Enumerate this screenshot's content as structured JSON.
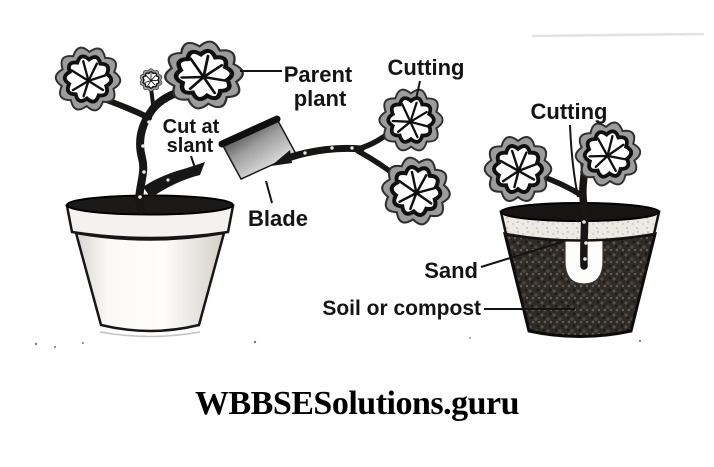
{
  "watermark": {
    "text": "WBBSESolutions.guru"
  },
  "labels": {
    "parent_plant": {
      "line1": "Parent",
      "line2": "plant"
    },
    "cut_at_slant": {
      "line1": "Cut at",
      "line2": "slant"
    },
    "blade": "Blade",
    "cutting_detached": "Cutting",
    "cutting_planted": "Cutting",
    "sand": "Sand",
    "soil_or_compost": "Soil or compost"
  },
  "colors": {
    "ink": "#141414",
    "leaf_ring": "#9c9c9c",
    "pot_light": "#f4f2ee",
    "soil_dark": "#2e2a26",
    "sand_fill": "#fcfcfa",
    "background": "#ffffff"
  }
}
